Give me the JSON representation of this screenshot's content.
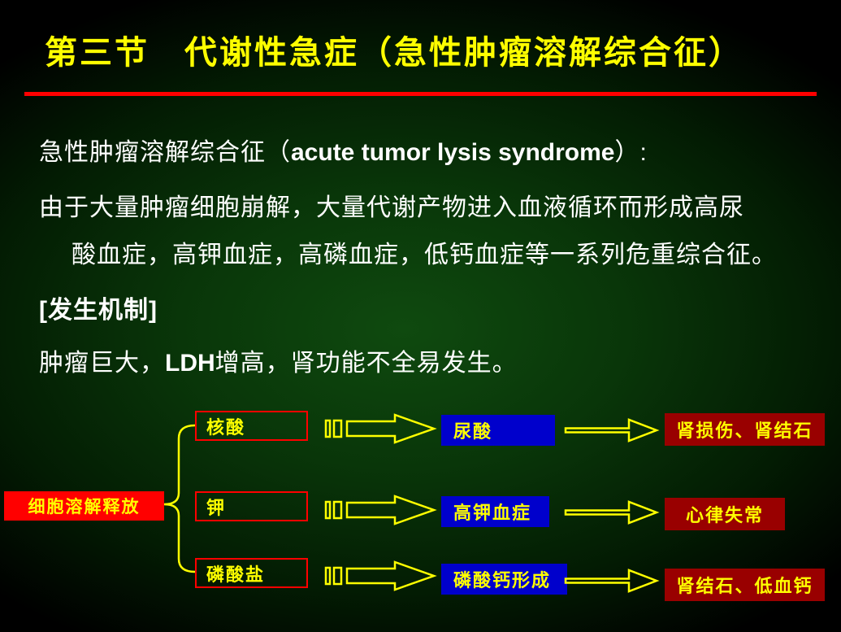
{
  "slide": {
    "title": "第三节　代谢性急症（急性肿瘤溶解综合征）",
    "definition": {
      "pre": "急性肿瘤溶解综合征（",
      "latin": "acute tumor lysis syndrome",
      "post": "）:"
    },
    "description": {
      "line1": "由于大量肿瘤细胞崩解，大量代谢产物进入血液循环而形成高尿",
      "line2": "酸血症，高钾血症，高磷血症，低钙血症等一系列危重综合征。"
    },
    "section_header": "[发生机制]",
    "mechanism": {
      "pre": "肿瘤巨大，",
      "latin": "LDH",
      "post": "增高，肾功能不全易发生。"
    }
  },
  "diagram": {
    "source_label": "细胞溶解释放",
    "rows": [
      {
        "substance": "核酸",
        "product": "尿酸",
        "outcome": "肾损伤、肾结石"
      },
      {
        "substance": "钾",
        "product": "高钾血症",
        "outcome": "心律失常"
      },
      {
        "substance": "磷酸盐",
        "product": "磷酸钙形成",
        "outcome": "肾结石、低血钙"
      }
    ]
  },
  "colors": {
    "title_yellow": "#ffff00",
    "divider_red": "#ff0000",
    "body_white": "#ffffff",
    "product_blue": "#0000cc",
    "outcome_dark_red": "#990000",
    "source_red": "#ff0000",
    "background_green": "#0f4a0f"
  }
}
